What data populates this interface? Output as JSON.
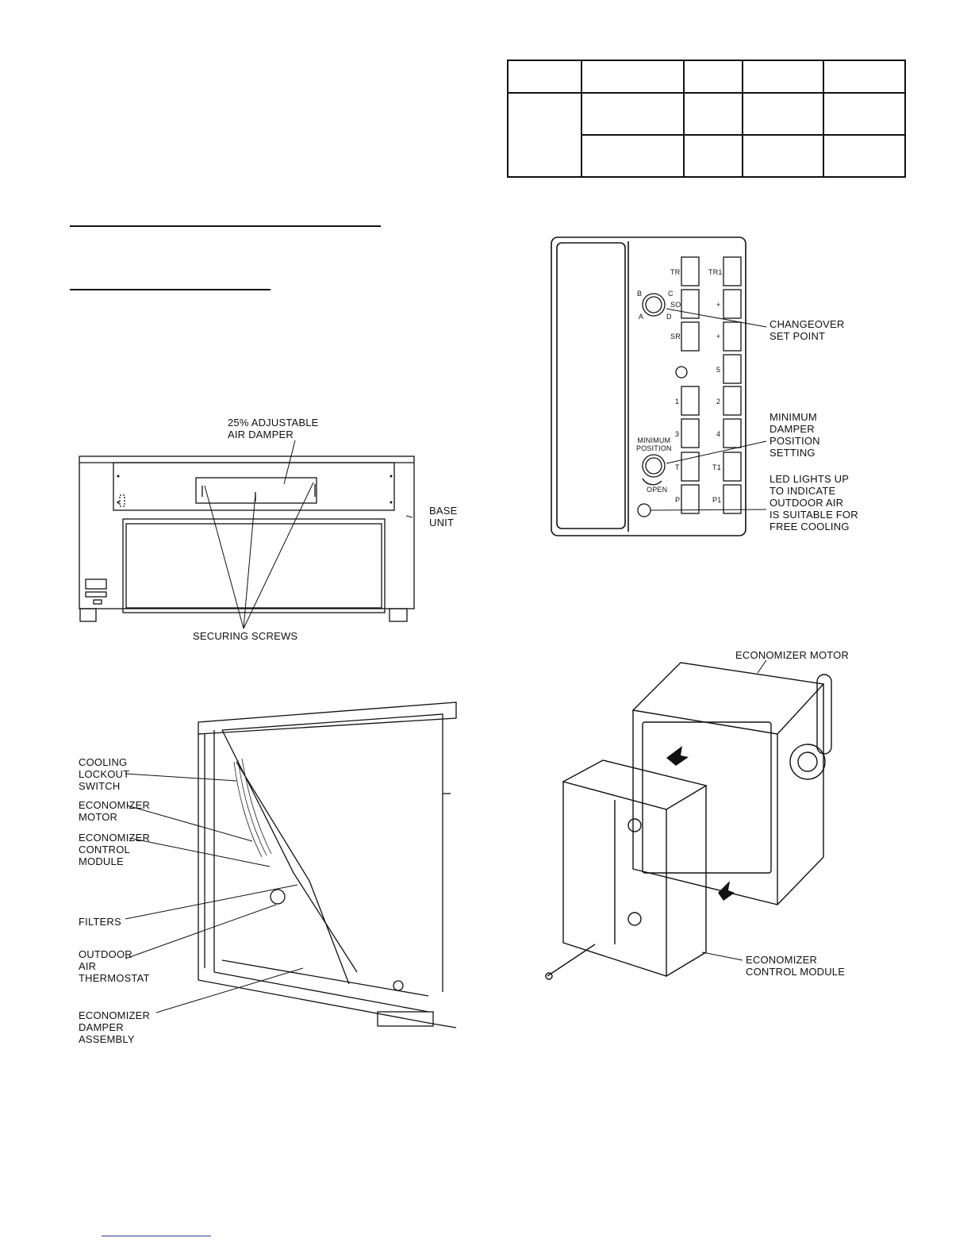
{
  "fig_damper": {
    "label_damper": [
      "25% ADJUSTABLE",
      "AIR DAMPER"
    ],
    "label_base": [
      "BASE",
      "UNIT"
    ],
    "label_screws": "SECURING SCREWS"
  },
  "fig_economizer": {
    "labels": [
      [
        "COOLING",
        "LOCKOUT",
        "SWITCH"
      ],
      [
        "ECONOMIZER",
        "MOTOR"
      ],
      [
        "ECONOMIZER",
        "CONTROL",
        "MODULE"
      ],
      [
        "FILTERS"
      ],
      [
        "OUTDOOR",
        "AIR",
        "THERMOSTAT"
      ],
      [
        "ECONOMIZER",
        "DAMPER",
        "ASSEMBLY"
      ]
    ]
  },
  "fig_control": {
    "left_terminals": [
      "TR",
      "SO",
      "SR",
      "1",
      "3",
      "T",
      "P"
    ],
    "right_terminals": [
      "TR1",
      "+",
      "+",
      "5",
      "2",
      "4",
      "T1",
      "P1"
    ],
    "dial_letters": [
      "B",
      "C",
      "A",
      "D"
    ],
    "min_position": [
      "MINIMUM",
      "POSITION"
    ],
    "open_label": "OPEN",
    "callouts": {
      "changeover": [
        "CHANGEOVER",
        "SET POINT"
      ],
      "min_damper": [
        "MINIMUM",
        "DAMPER",
        "POSITION",
        "SETTING"
      ],
      "led": [
        "LED LIGHTS UP",
        "TO INDICATE",
        "OUTDOOR AIR",
        "IS SUITABLE FOR",
        "FREE COOLING"
      ]
    }
  },
  "fig_motor": {
    "label_motor": "ECONOMIZER MOTOR",
    "label_module": [
      "ECONOMIZER",
      "CONTROL MODULE"
    ]
  }
}
